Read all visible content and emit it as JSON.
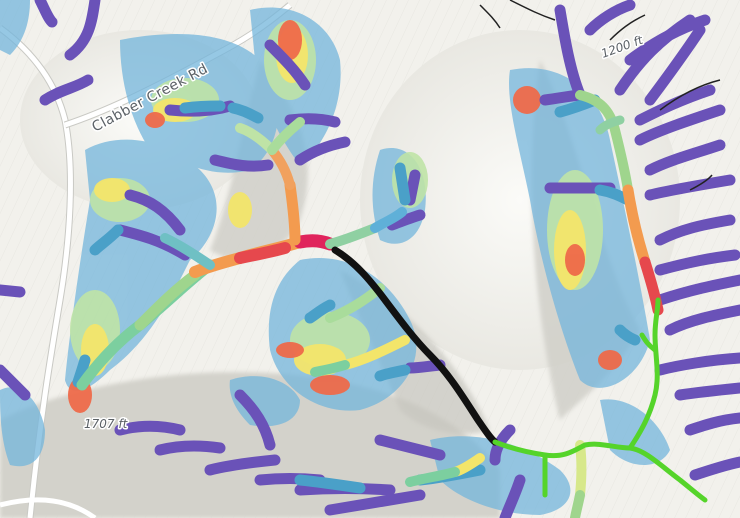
{
  "map": {
    "road_label": "Clabber Creek Rd",
    "elevation_labels": [
      "1707 ft",
      "1200 ft"
    ],
    "colors": {
      "terrain_light": "#f2f1ec",
      "terrain_shadow": "#c9c8c1",
      "valley_blue": "#74b6dc",
      "heat_low": "#bfe3a6",
      "heat_mid": "#f3e56a",
      "heat_high": "#ee6a4a",
      "stream_low": "#6a52b8",
      "stream_mid": "#4aa0c8",
      "stream_high": "#e0245c",
      "main_channel": "#111111",
      "downstream_channel": "#55d42a",
      "road": "#ffffff"
    }
  }
}
